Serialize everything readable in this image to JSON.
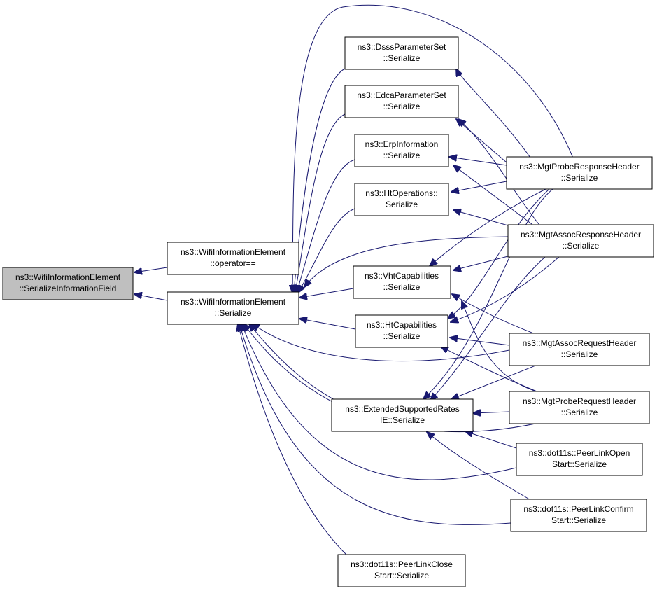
{
  "diagram": {
    "type": "caller-graph",
    "colors": {
      "edge": "#191970",
      "root_fill": "#bfbfbf",
      "node_fill": "#ffffff",
      "border": "#000000"
    },
    "nodes": {
      "root": {
        "line1": "ns3::WifiInformationElement",
        "line2": "::SerializeInformationField"
      },
      "operator_eq": {
        "line1": "ns3::WifiInformationElement",
        "line2": "::operator=="
      },
      "wie_serialize": {
        "line1": "ns3::WifiInformationElement",
        "line2": "::Serialize"
      },
      "dsss": {
        "line1": "ns3::DsssParameterSet",
        "line2": "::Serialize"
      },
      "edca": {
        "line1": "ns3::EdcaParameterSet",
        "line2": "::Serialize"
      },
      "erp": {
        "line1": "ns3::ErpInformation",
        "line2": "::Serialize"
      },
      "htop": {
        "line1": "ns3::HtOperations::",
        "line2": "Serialize"
      },
      "vht": {
        "line1": "ns3::VhtCapabilities",
        "line2": "::Serialize"
      },
      "htcap": {
        "line1": "ns3::HtCapabilities",
        "line2": "::Serialize"
      },
      "extrates": {
        "line1": "ns3::ExtendedSupportedRates",
        "line2": "IE::Serialize"
      },
      "close": {
        "line1": "ns3::dot11s::PeerLinkClose",
        "line2": "Start::Serialize"
      },
      "proberesp": {
        "line1": "ns3::MgtProbeResponseHeader",
        "line2": "::Serialize"
      },
      "assocresp": {
        "line1": "ns3::MgtAssocResponseHeader",
        "line2": "::Serialize"
      },
      "assocreq": {
        "line1": "ns3::MgtAssocRequestHeader",
        "line2": "::Serialize"
      },
      "probereq": {
        "line1": "ns3::MgtProbeRequestHeader",
        "line2": "::Serialize"
      },
      "open": {
        "line1": "ns3::dot11s::PeerLinkOpen",
        "line2": "Start::Serialize"
      },
      "confirm": {
        "line1": "ns3::dot11s::PeerLinkConfirm",
        "line2": "Start::Serialize"
      }
    }
  }
}
